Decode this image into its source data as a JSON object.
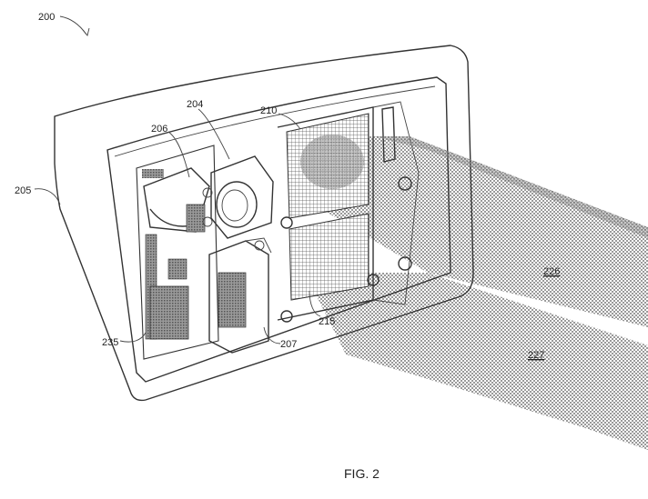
{
  "labels": {
    "fig_ref": "200",
    "housing": "205",
    "camera": "204",
    "connector": "206",
    "module": "207",
    "filter_top": "210",
    "filter_bottom": "215",
    "board": "235",
    "beam_upper": "226",
    "beam_lower": "227"
  },
  "caption": "FIG. 2"
}
